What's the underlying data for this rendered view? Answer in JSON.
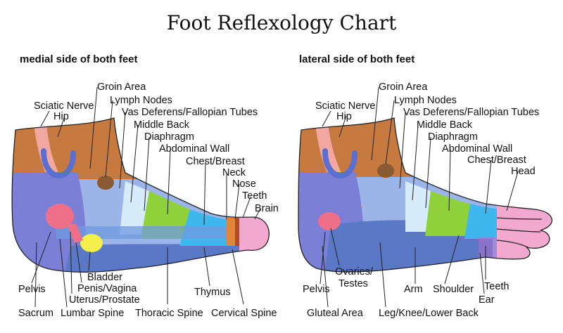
{
  "title": "Foot Reflexology Chart",
  "medial": {
    "heading": "medial side of both feet",
    "labels": {
      "groin_area": "Groin Area",
      "lymph_nodes": "Lymph Nodes",
      "sciatic_nerve": "Sciatic Nerve",
      "hip": "Hip",
      "vas_deferens": "Vas Deferens/Fallopian Tubes",
      "middle_back": "Middle Back",
      "diaphragm": "Diaphragm",
      "abdominal_wall": "Abdominal Wall",
      "chest_breast": "Chest/Breast",
      "neck": "Neck",
      "nose": "Nose",
      "teeth": "Teeth",
      "brain": "Brain",
      "bladder": "Bladder",
      "penis_vagina": "Penis/Vagina",
      "uterus_prostate": "Uterus/Prostate",
      "pelvis": "Pelvis",
      "sacrum": "Sacrum",
      "lumbar_spine": "Lumbar Spine",
      "thoracic_spine": "Thoracic Spine",
      "thymus": "Thymus",
      "cervical_spine": "Cervical Spine"
    }
  },
  "lateral": {
    "heading": "lateral side of both feet",
    "labels": {
      "groin_area": "Groin Area",
      "lymph_nodes": "Lymph Nodes",
      "sciatic_nerve": "Sciatic Nerve",
      "hip": "Hip",
      "vas_deferens": "Vas Deferens/Fallopian Tubes",
      "middle_back": "Middle Back",
      "diaphragm": "Diaphragm",
      "abdominal_wall": "Abdominal Wall",
      "chest_breast": "Chest/Breast",
      "head": "Head",
      "ovaries": "Ovaries/",
      "testes": "Testes",
      "pelvis": "Pelvis",
      "gluteal_area": "Gluteal Area",
      "leg_knee_back": "Leg/Knee/Lower Back",
      "arm": "Arm",
      "shoulder": "Shoulder",
      "teeth": "Teeth",
      "ear": "Ear"
    }
  },
  "colors": {
    "ankle": "#c77a3f",
    "sciatic_band": "#f2a7a0",
    "heel": "#7b7fd6",
    "hip_ring": "#5b6fd0",
    "lymph_node": "#8a5a34",
    "upper_blue": "#9cb5e8",
    "diaphragm_strip": "#d7ecfa",
    "green_zone": "#8fd13a",
    "cyan_zone": "#3fb7ee",
    "spine_band": "#6f9ae0",
    "toe_pink": "#f2a8cf",
    "pelvis_pink": "#ef6f88",
    "bladder_yellow": "#f4ef4a",
    "lower_blue": "#5a78c6",
    "neck_orange": "#e0863a"
  }
}
